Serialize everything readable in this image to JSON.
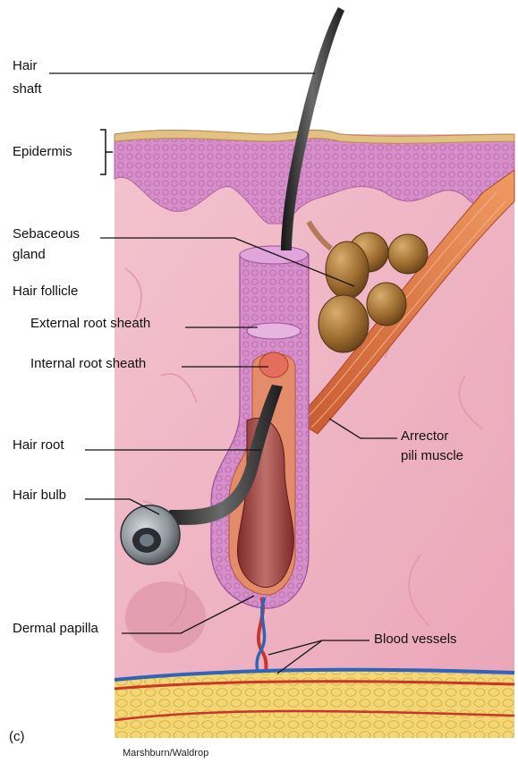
{
  "figure": {
    "panel_label": "(c)",
    "credit": "Marshburn/Waldrop",
    "labels": {
      "hair_shaft": [
        "Hair",
        "shaft"
      ],
      "epidermis": "Epidermis",
      "sebaceous_gland": [
        "Sebaceous",
        "gland"
      ],
      "hair_follicle": "Hair follicle",
      "external_root_sheath": "External root sheath",
      "internal_root_sheath": "Internal root sheath",
      "hair_root": "Hair root",
      "hair_bulb": "Hair bulb",
      "dermal_papilla": "Dermal papilla",
      "arrector_pili_muscle": [
        "Arrector",
        "pili muscle"
      ],
      "blood_vessels": "Blood vessels"
    }
  },
  "colors": {
    "dermis": "#f0b6c4",
    "epidermis": "#d98ec9",
    "stratum_corneum": "#e9c98e",
    "follicle": "#c77bd0",
    "hair": "#2b2b2b",
    "gland": "#9b6a2e",
    "muscle": "#e2703f",
    "vessel_red": "#c8352a",
    "vessel_blue": "#2f64b8",
    "fat": "#f2d36a"
  }
}
